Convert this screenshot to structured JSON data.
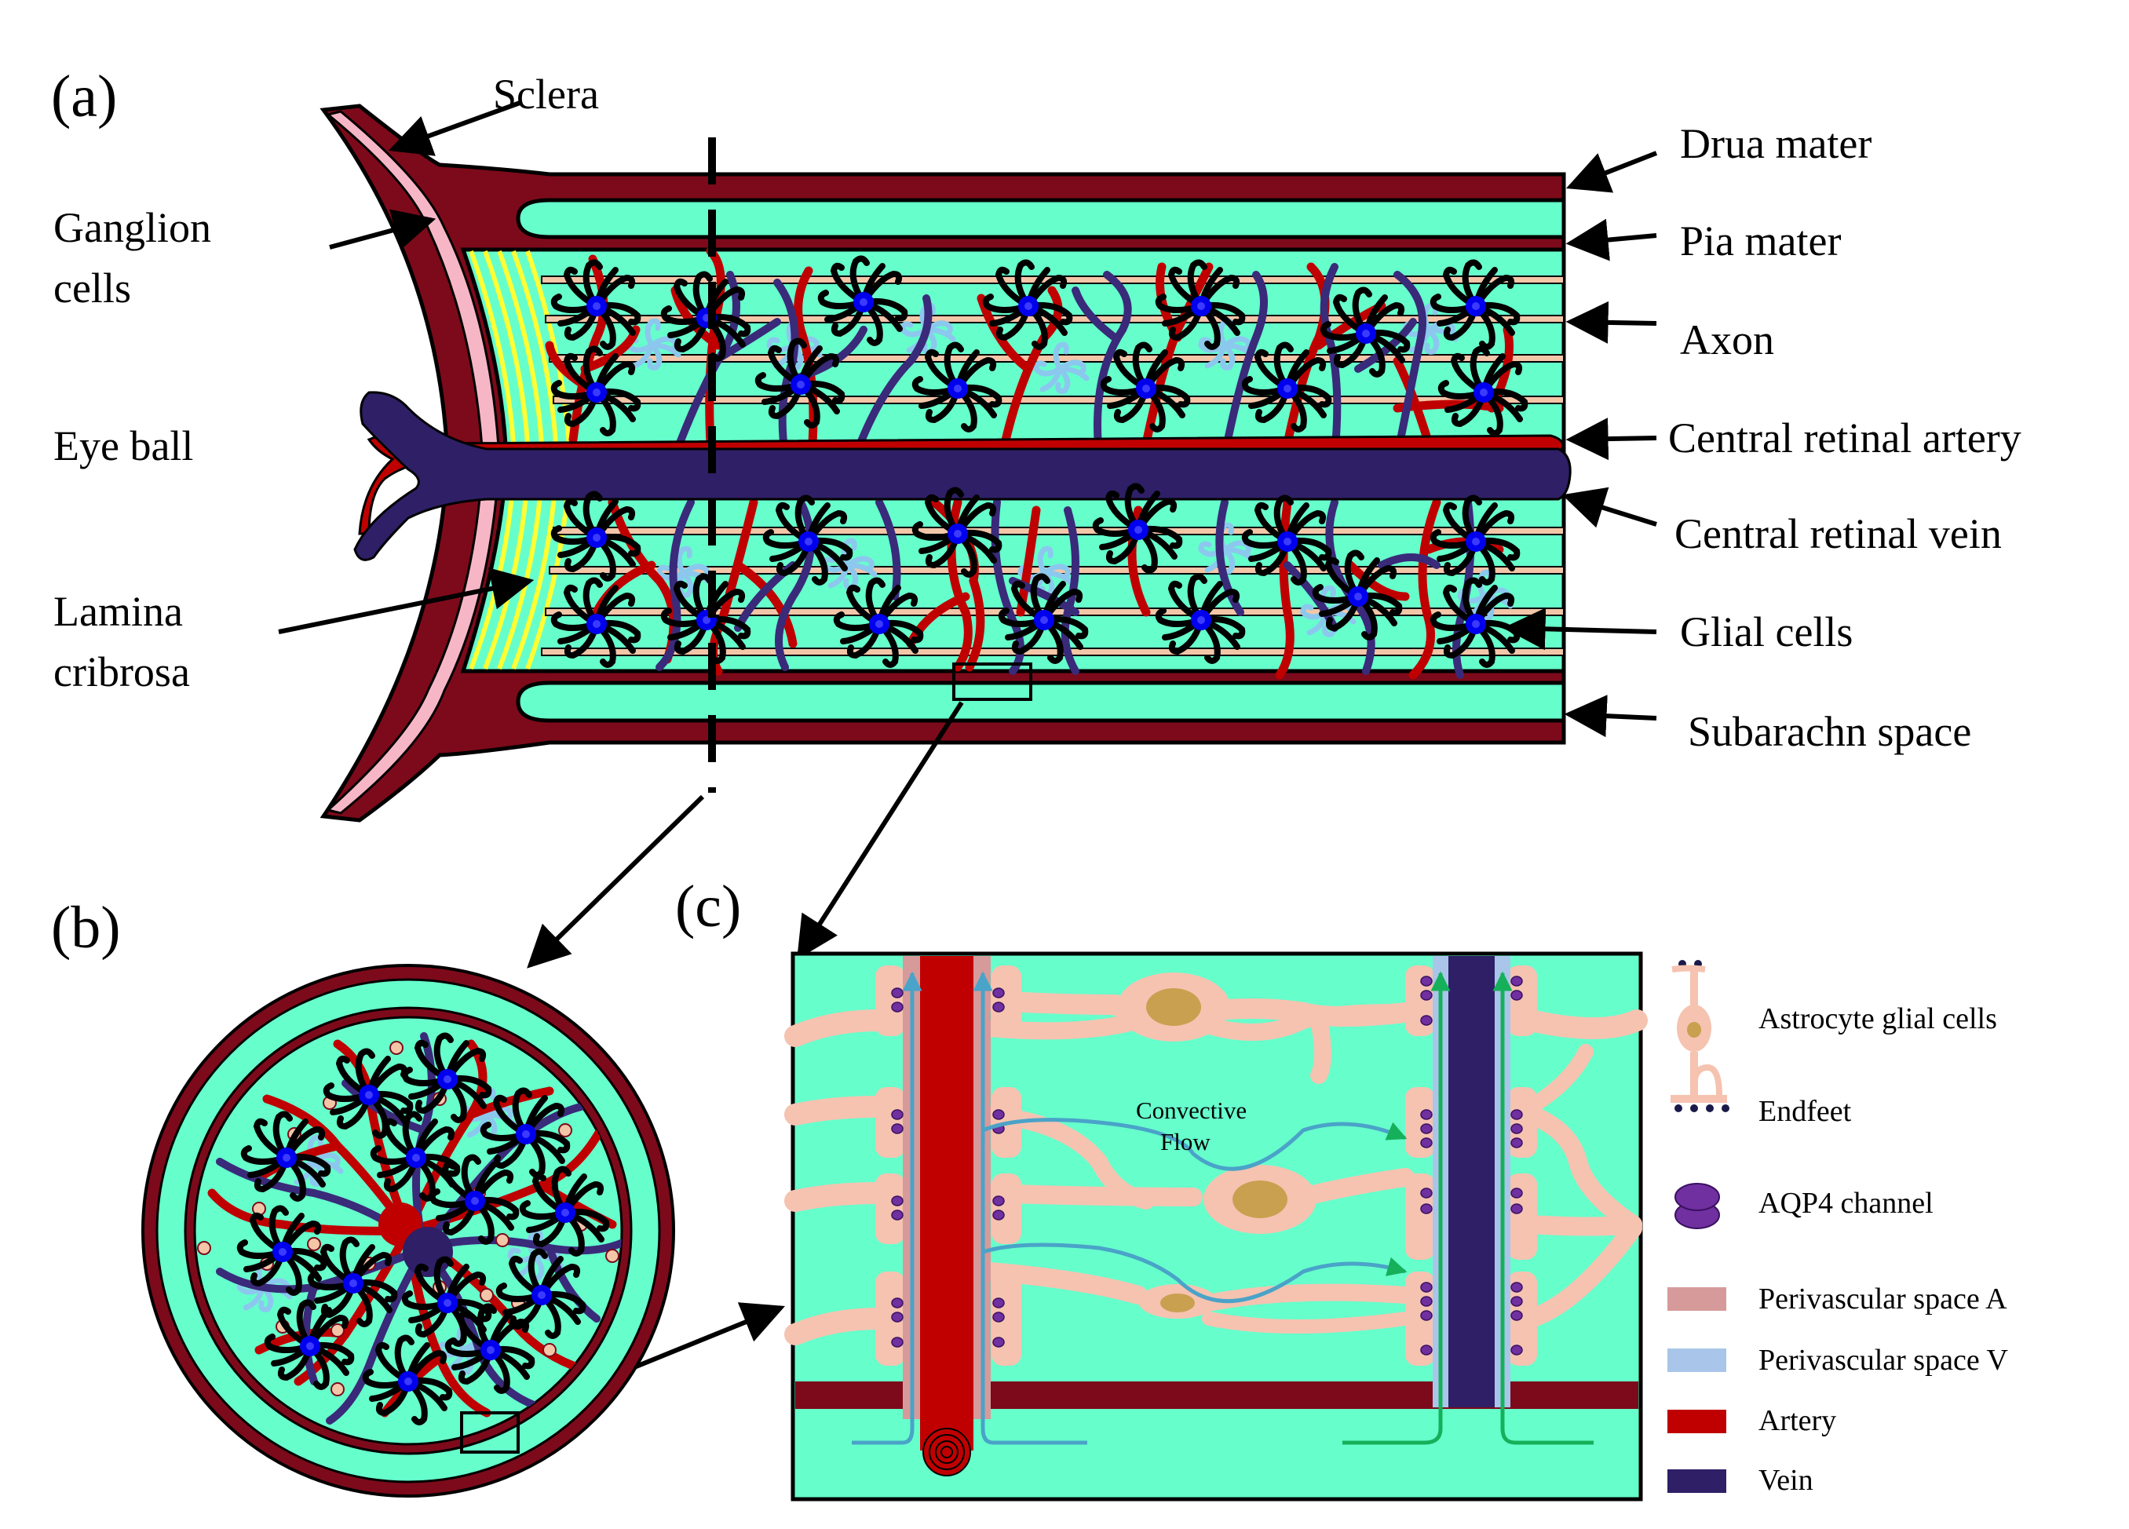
{
  "panel_labels": {
    "a": "(a)",
    "b": "(b)",
    "c": "(c)"
  },
  "panel_a": {
    "labels": {
      "sclera": "Sclera",
      "ganglion_line1": "Ganglion",
      "ganglion_line2": "cells",
      "eye_ball": "Eye ball",
      "lamina_line1": "Lamina",
      "lamina_line2": "cribrosa",
      "dura_mater": "Drua mater",
      "pia_mater": "Pia mater",
      "axon": "Axon",
      "central_artery": "Central retinal artery",
      "central_vein": "Central retinal vein",
      "glial_cells": "Glial cells",
      "subarachnoid": "Subarachn space"
    }
  },
  "panel_c": {
    "flow_label_line1": "Convective",
    "flow_label_line2": "Flow"
  },
  "legend": [
    {
      "key": "astrocyte",
      "label": "Astrocyte glial cells"
    },
    {
      "key": "endfeet",
      "label": "Endfeet"
    },
    {
      "key": "aqp4",
      "label": "AQP4 channel"
    },
    {
      "key": "psa",
      "label": "Perivascular space A",
      "color": "#d79a9a"
    },
    {
      "key": "psv",
      "label": "Perivascular space V",
      "color": "#a9c6ea"
    },
    {
      "key": "artery",
      "label": "Artery",
      "color": "#c00000"
    },
    {
      "key": "vein",
      "label": "Vein",
      "color": "#2e1f66"
    }
  ],
  "colors": {
    "dura": "#7d0a1a",
    "csf": "#66ffcc",
    "artery": "#c00000",
    "vein": "#3a2a7a",
    "axon": "#f3c6a8",
    "glia_body": "#0000ee",
    "astro_pink": "#f5c3b0",
    "flow_blue": "#4aa3c8",
    "flow_green": "#17b05a",
    "aqp4": "#7030a0"
  }
}
